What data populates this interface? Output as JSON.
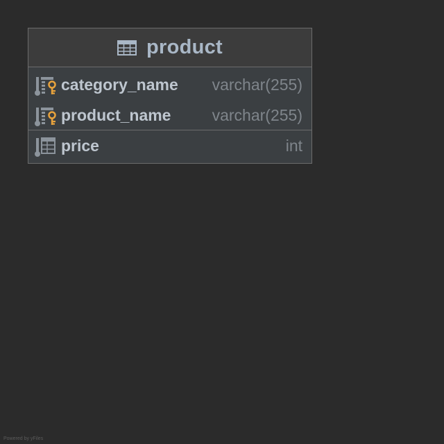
{
  "diagram": {
    "table": {
      "name": "product",
      "icon": "table-icon",
      "key_columns": [
        {
          "name": "category_name",
          "type": "varchar(255)",
          "icon": "primary-key-column-icon"
        },
        {
          "name": "product_name",
          "type": "varchar(255)",
          "icon": "primary-key-column-icon"
        }
      ],
      "columns": [
        {
          "name": "price",
          "type": "int",
          "icon": "column-icon"
        }
      ]
    },
    "footer": "Powered by yFiles"
  },
  "colors": {
    "background": "#2b2b2b",
    "table_body": "#3b3f42",
    "border": "#6c6c6c",
    "title": "#a9b7c6",
    "column_name": "#bec6cf",
    "column_type": "#7f858b",
    "key_gold": "#e8a33d"
  }
}
